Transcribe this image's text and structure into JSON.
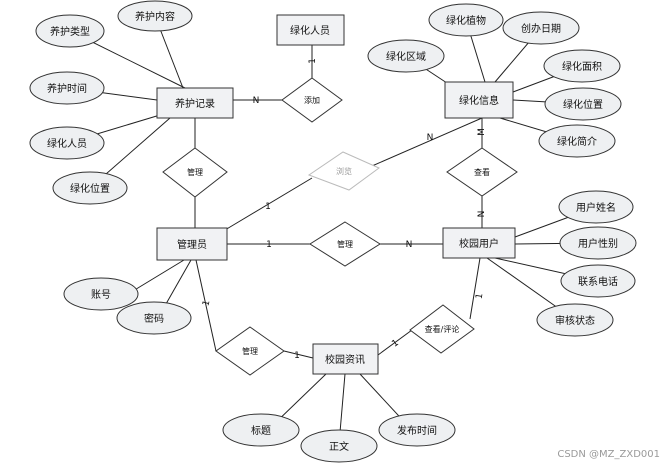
{
  "entities": {
    "maintenance_record": "养护记录",
    "green_staff": "绿化人员",
    "green_info": "绿化信息",
    "admin": "管理员",
    "campus_user": "校园用户",
    "campus_news": "校园资讯"
  },
  "relationships": {
    "add": "添加",
    "manage_left": "管理",
    "browse": "浏览",
    "view": "查看",
    "manage_mid": "管理",
    "manage_bottom": "管理",
    "view_comment": "查看/评论"
  },
  "attributes": {
    "maint_type": "养护类型",
    "maint_content": "养护内容",
    "maint_time": "养护时间",
    "green_staff": "绿化人员",
    "green_location_left": "绿化位置",
    "green_plant": "绿化植物",
    "create_date": "创办日期",
    "green_area_region": "绿化区域",
    "green_area_size": "绿化面积",
    "green_location_right": "绿化位置",
    "green_intro": "绿化简介",
    "user_name": "用户姓名",
    "user_gender": "用户性别",
    "phone": "联系电话",
    "audit_status": "审核状态",
    "account": "账号",
    "password": "密码",
    "title": "标题",
    "body": "正文",
    "publish_time": "发布时间"
  },
  "cardinalities": {
    "rec_add_N": "N",
    "add_staff_1": "1",
    "green_browse_N": "N",
    "green_view_M": "M",
    "browse_admin_1": "1",
    "view_user_N": "N",
    "admin_manage_1": "1",
    "manage_user_N": "N",
    "admin_bottom_1": "1",
    "manage_news_1": "1",
    "news_vc_1": "1",
    "vc_user_1": "1"
  },
  "watermark": "CSDN @MZ_ZXD001"
}
